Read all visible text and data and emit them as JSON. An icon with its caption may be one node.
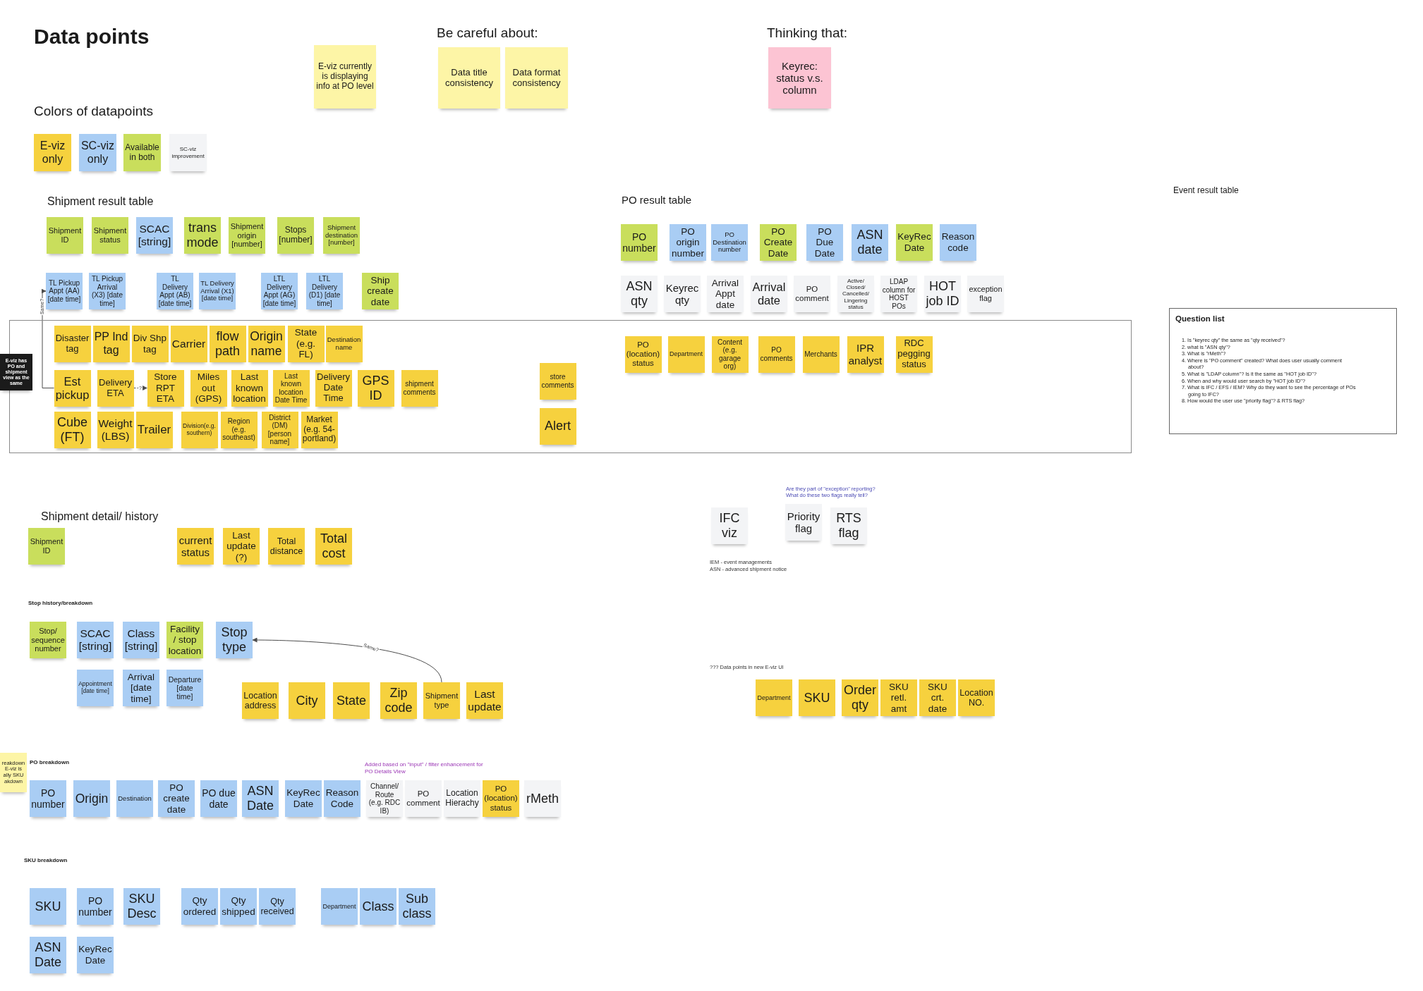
{
  "diagram": {
    "title": "Data points",
    "nodes": [
      {
        "text": [
          "E-viz currently is displaying info at PO level"
        ]
      },
      {
        "text": [
          "Data title consistency"
        ]
      },
      {
        "text": [
          "Data format consistency"
        ]
      },
      {
        "text": [
          "Keyrec: status v.s. column"
        ]
      },
      {
        "text": [
          "Shipment ID"
        ]
      },
      {
        "text": [
          "Shipment status"
        ]
      },
      {
        "text": [
          "SCAC [string]"
        ]
      },
      {
        "text": [
          "trans mode"
        ]
      },
      {
        "text": [
          "Shipment origin [number]"
        ]
      },
      {
        "text": [
          "Stops [number]"
        ]
      },
      {
        "text": [
          "Shipment destination [number]"
        ]
      },
      {
        "text": [
          "TL Pickup Appt (AA) [date time]"
        ]
      },
      {
        "text": [
          "TL Pickup Arrival (X3) [date time]"
        ]
      },
      {
        "text": [
          "TL Delivery Appt (AB) [date time]"
        ]
      },
      {
        "text": [
          "TL Delivery Arrival (X1) [date time]"
        ]
      },
      {
        "text": [
          "LTL Delivery Appt (AG) [date time]"
        ]
      },
      {
        "text": [
          "LTL Delivery (D1) [date time]"
        ]
      },
      {
        "text": [
          "Ship create date"
        ]
      },
      {
        "text": [
          "PO number"
        ]
      },
      {
        "text": [
          "PO origin number"
        ]
      },
      {
        "text": [
          "PO Destination number"
        ]
      },
      {
        "text": [
          "PO Create Date"
        ]
      },
      {
        "text": [
          "PO Due Date"
        ]
      },
      {
        "text": [
          "ASN date"
        ]
      },
      {
        "text": [
          "KeyRec Date"
        ]
      },
      {
        "text": [
          "Reason code"
        ]
      },
      {
        "text": [
          "ASN qty"
        ]
      },
      {
        "text": [
          "Keyrec qty"
        ]
      },
      {
        "text": [
          "Arrival Appt date"
        ]
      },
      {
        "text": [
          "Arrival date"
        ]
      },
      {
        "text": [
          "PO comment"
        ]
      },
      {
        "text": [
          "Active/Closed/Cancelled/Lingering status"
        ]
      },
      {
        "text": [
          "LDAP column for HOST POs"
        ]
      },
      {
        "text": [
          "HOT job ID"
        ]
      },
      {
        "text": [
          "exception flag"
        ]
      },
      {
        "text": [],
        "shape": "box"
      },
      {
        "text": [
          "E-viz has PO and shipment view as the same"
        ]
      },
      {
        "text": [
          "Disaster tag"
        ],
        "in": 35
      },
      {
        "text": [
          "PP Ind tag"
        ],
        "in": 35
      },
      {
        "text": [
          "Div Shp tag"
        ],
        "in": 35
      },
      {
        "text": [
          "Carrier"
        ],
        "in": 35
      },
      {
        "text": [
          "flow path"
        ],
        "in": 35
      },
      {
        "text": [
          "Origin name"
        ],
        "in": 35
      },
      {
        "text": [
          "State (e.g. FL)"
        ],
        "in": 35
      },
      {
        "text": [
          "Destination name"
        ],
        "in": 35
      },
      {
        "text": [
          "Est pickup"
        ],
        "in": 35
      },
      {
        "text": [
          "Delivery ETA"
        ],
        "in": 35
      },
      {
        "text": [
          "Store RPT ETA"
        ],
        "in": 35
      },
      {
        "text": [
          "Miles out (GPS)"
        ],
        "in": 35
      },
      {
        "text": [
          "Last known location"
        ],
        "in": 35
      },
      {
        "text": [
          "Last known location Date Time"
        ],
        "in": 35
      },
      {
        "text": [
          "Delivery Date Time"
        ],
        "in": 35
      },
      {
        "text": [
          "GPS ID"
        ],
        "in": 35
      },
      {
        "text": [
          "shipment comments"
        ],
        "in": 35
      },
      {
        "text": [
          "Cube (FT)"
        ],
        "in": 35
      },
      {
        "text": [
          "Weight (LBS)"
        ],
        "in": 35
      },
      {
        "text": [
          "Trailer"
        ],
        "in": 35
      },
      {
        "text": [
          "Division(e.g. southern)"
        ],
        "in": 35
      },
      {
        "text": [
          "Region (e.g. southeast)"
        ],
        "in": 35
      },
      {
        "text": [
          "District (DM) [person name]"
        ],
        "in": 35
      },
      {
        "text": [
          "Market (e.g. 54-portland)"
        ],
        "in": 35
      },
      {
        "text": [
          "store comments"
        ],
        "in": 35
      },
      {
        "text": [
          "Alert"
        ],
        "in": 35
      },
      {
        "text": [
          "PO (location) status"
        ],
        "in": 35
      },
      {
        "text": [
          "Department"
        ],
        "in": 35
      },
      {
        "text": [
          "Content (e.g. garage org)"
        ],
        "in": 35
      },
      {
        "text": [
          "PO comments"
        ],
        "in": 35
      },
      {
        "text": [
          "Merchants"
        ],
        "in": 35
      },
      {
        "text": [
          "IPR analyst"
        ],
        "in": 35
      },
      {
        "text": [
          "RDC pegging status"
        ],
        "in": 35
      },
      {
        "text": [
          "Question list",
          "1. Is \"keyrec qty\" the same as \"qty received\"?",
          "2. what is \"ASN qty\"?",
          "3. What is \"rMeth\"?",
          "4. Where is \"PO comment\" created? What does user usually comment about?",
          "5. What is \"LDAP column\"? Is it the same as \"HOT job ID\"?",
          "6. When and why would user search by \"HOT job ID\"?",
          "7. What is IFC / EFS / IEM? Why do they want to see the percentage of POs going to IFC?",
          "8. How would the user use \"priority flag\"? & RTS flag?"
        ]
      },
      {
        "text": [
          "Shipment ID"
        ]
      },
      {
        "text": [
          "current status"
        ]
      },
      {
        "text": [
          "Last update (?)"
        ]
      },
      {
        "text": [
          "Total distance"
        ]
      },
      {
        "text": [
          "Total cost"
        ]
      },
      {
        "text": [
          "IFC viz"
        ]
      },
      {
        "text": [
          "Priority flag"
        ]
      },
      {
        "text": [
          "RTS flag"
        ]
      },
      {
        "text": [
          "Stop/ sequence number"
        ]
      },
      {
        "text": [
          "SCAC [string]"
        ]
      },
      {
        "text": [
          "Class [string]"
        ]
      },
      {
        "text": [
          "Facility / stop location"
        ]
      },
      {
        "text": [
          "Stop type"
        ]
      },
      {
        "text": [
          "Appointment [date time]"
        ]
      },
      {
        "text": [
          "Arrival [date time]"
        ]
      },
      {
        "text": [
          "Departure [date time]"
        ]
      },
      {
        "text": [
          "Location address"
        ]
      },
      {
        "text": [
          "City"
        ]
      },
      {
        "text": [
          "State"
        ]
      },
      {
        "text": [
          "Zip code"
        ]
      },
      {
        "text": [
          "Shipment type"
        ]
      },
      {
        "text": [
          "Last update"
        ]
      },
      {
        "text": [
          "Department"
        ]
      },
      {
        "text": [
          "SKU"
        ]
      },
      {
        "text": [
          "Order qty"
        ]
      },
      {
        "text": [
          "SKU retl. amt"
        ]
      },
      {
        "text": [
          "SKU crt. date"
        ]
      },
      {
        "text": [
          "Location NO."
        ]
      },
      {
        "text": [
          "reakdown E-viz is ally SKU akdown"
        ]
      },
      {
        "text": [
          "PO number"
        ]
      },
      {
        "text": [
          "Origin"
        ]
      },
      {
        "text": [
          "Destination"
        ]
      },
      {
        "text": [
          "PO create date"
        ]
      },
      {
        "text": [
          "PO due date"
        ]
      },
      {
        "text": [
          "ASN Date"
        ]
      },
      {
        "text": [
          "KeyRec Date"
        ]
      },
      {
        "text": [
          "Reason Code"
        ]
      },
      {
        "text": [
          "Channel/Route (e.g. RDC IB)"
        ]
      },
      {
        "text": [
          "PO comment"
        ]
      },
      {
        "text": [
          "Location Hierachy"
        ]
      },
      {
        "text": [
          "PO (location) status"
        ]
      },
      {
        "text": [
          "rMeth"
        ]
      },
      {
        "text": [
          "SKU"
        ]
      },
      {
        "text": [
          "PO number"
        ]
      },
      {
        "text": [
          "SKU Desc"
        ]
      },
      {
        "text": [
          "Qty ordered"
        ]
      },
      {
        "text": [
          "Qty shipped"
        ]
      },
      {
        "text": [
          "Qty received"
        ]
      },
      {
        "text": [
          "Department"
        ]
      },
      {
        "text": [
          "Class"
        ]
      },
      {
        "text": [
          "Sub class"
        ]
      },
      {
        "text": [
          "ASN Date"
        ]
      },
      {
        "text": [
          "KeyRec Date"
        ]
      }
    ],
    "edges": [
      {
        "from": 45,
        "to": 11,
        "arrow": "to",
        "label": "Same?"
      },
      {
        "from": 46,
        "to": 47,
        "arrow": "to",
        "label": "?",
        "style": "dashed"
      },
      {
        "from": 91,
        "to": 83,
        "arrow": "to",
        "label": "Same?"
      }
    ],
    "labels": [
      "Be careful about:",
      "Thinking that:",
      "Colors of datapoints",
      "Event result table",
      "PO result table",
      "Shipment result table",
      "Are they part of \"exception\" reporting? What do these two flags really tell?",
      "Shipment detail/ history",
      "IEM - event managements",
      "ASN - advanced shipment notice",
      "Stop history/breakdown",
      "??? Data points in new E-viz UI",
      "PO breakdown",
      "Added based on \"input\" / filter enhancement for PO Details View",
      "SKU breakdown"
    ],
    "legend": [
      {
        "text": "E-viz only",
        "color": "#f6d13e"
      },
      {
        "text": "SC-viz only",
        "color": "#a9cdf4"
      },
      {
        "text": "Available in both",
        "color": "#c9de5c"
      },
      {
        "text": "SC-viz improvement",
        "color": "#f3f4f6"
      }
    ]
  }
}
